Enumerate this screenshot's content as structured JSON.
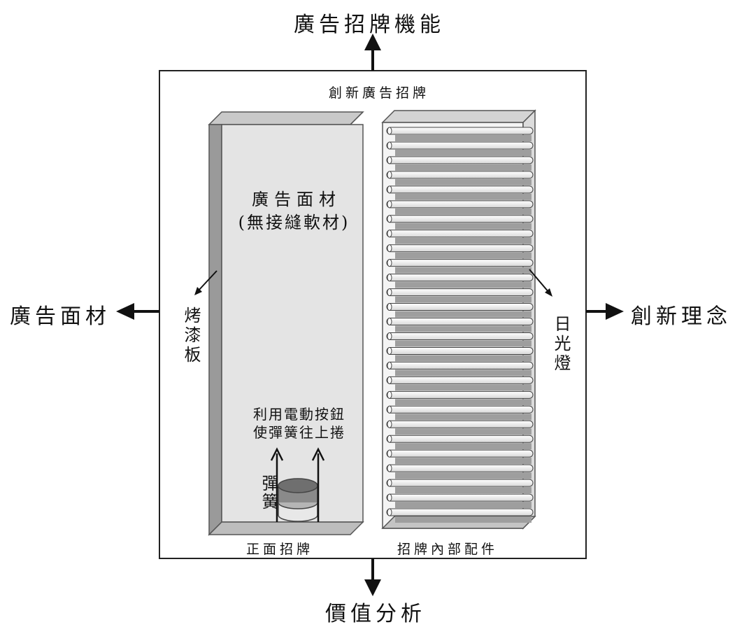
{
  "top_label": "廣告招牌機能",
  "bottom_label": "價值分析",
  "left_label": "廣告面材",
  "right_label": "創新理念",
  "box_title": "創新廣告招牌",
  "front_panel": {
    "content_line1": "廣告面材",
    "content_line2": "(無接縫軟材)",
    "caption": "正面招牌",
    "frame_label": "烤漆板",
    "mechanism_line1": "利用電動按鈕",
    "mechanism_line2": "使彈簧往上捲",
    "spring_label": "彈簧"
  },
  "back_panel": {
    "caption": "招牌內部配件",
    "tube_label": "日光燈"
  }
}
